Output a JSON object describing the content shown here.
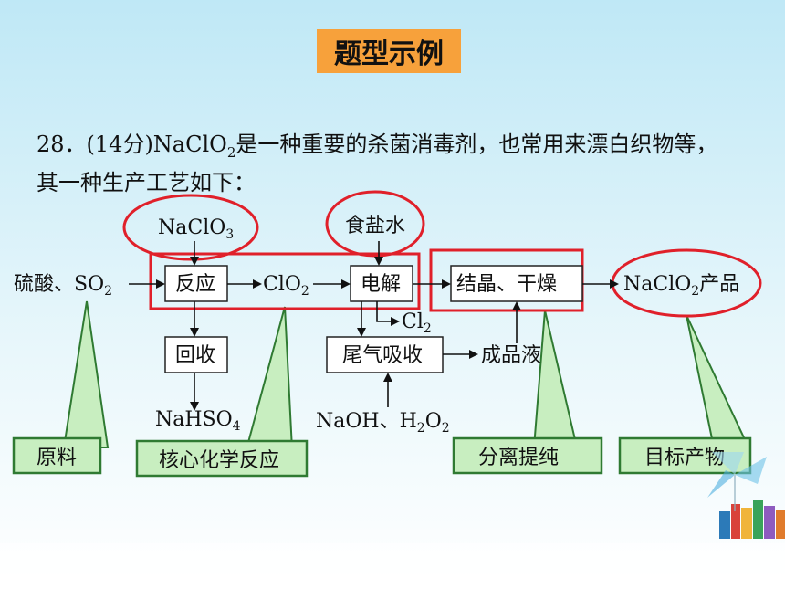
{
  "title": "题型示例",
  "question": {
    "lead": "28．(14分)NaClO",
    "lead_sub": "2",
    "rest": "是一种重要的杀菌消毒剂，也常用来漂白织物等，其一种生产工艺如下："
  },
  "flow": {
    "input_left": "硫酸、SO",
    "input_left_sub": "2",
    "naclo3": "NaClO",
    "naclo3_sub": "3",
    "salt_water": "食盐水",
    "reaction": "反应",
    "clo2": "ClO",
    "clo2_sub": "2",
    "electrolysis": "电解",
    "crystallize": "结晶、干燥",
    "product": "NaClO",
    "product_sub": "2",
    "product_suffix": "产品",
    "cl2": "Cl",
    "cl2_sub": "2",
    "recover": "回收",
    "nahso4": "NaHSO",
    "nahso4_sub": "4",
    "tail_gas": "尾气吸收",
    "finished_liquid": "成品液",
    "naoh_h2o2": "NaOH、H",
    "naoh_h2o2_sub1": "2",
    "naoh_h2o2_mid": "O",
    "naoh_h2o2_sub2": "2"
  },
  "callouts": {
    "raw": "原料",
    "core": "核心化学反应",
    "separation": "分离提纯",
    "target": "目标产物"
  },
  "colors": {
    "highlight_red": "#e0202a",
    "callout_green": "#c8eec0",
    "callout_border": "#2f7a32",
    "title_orange": "#f7a13b"
  }
}
